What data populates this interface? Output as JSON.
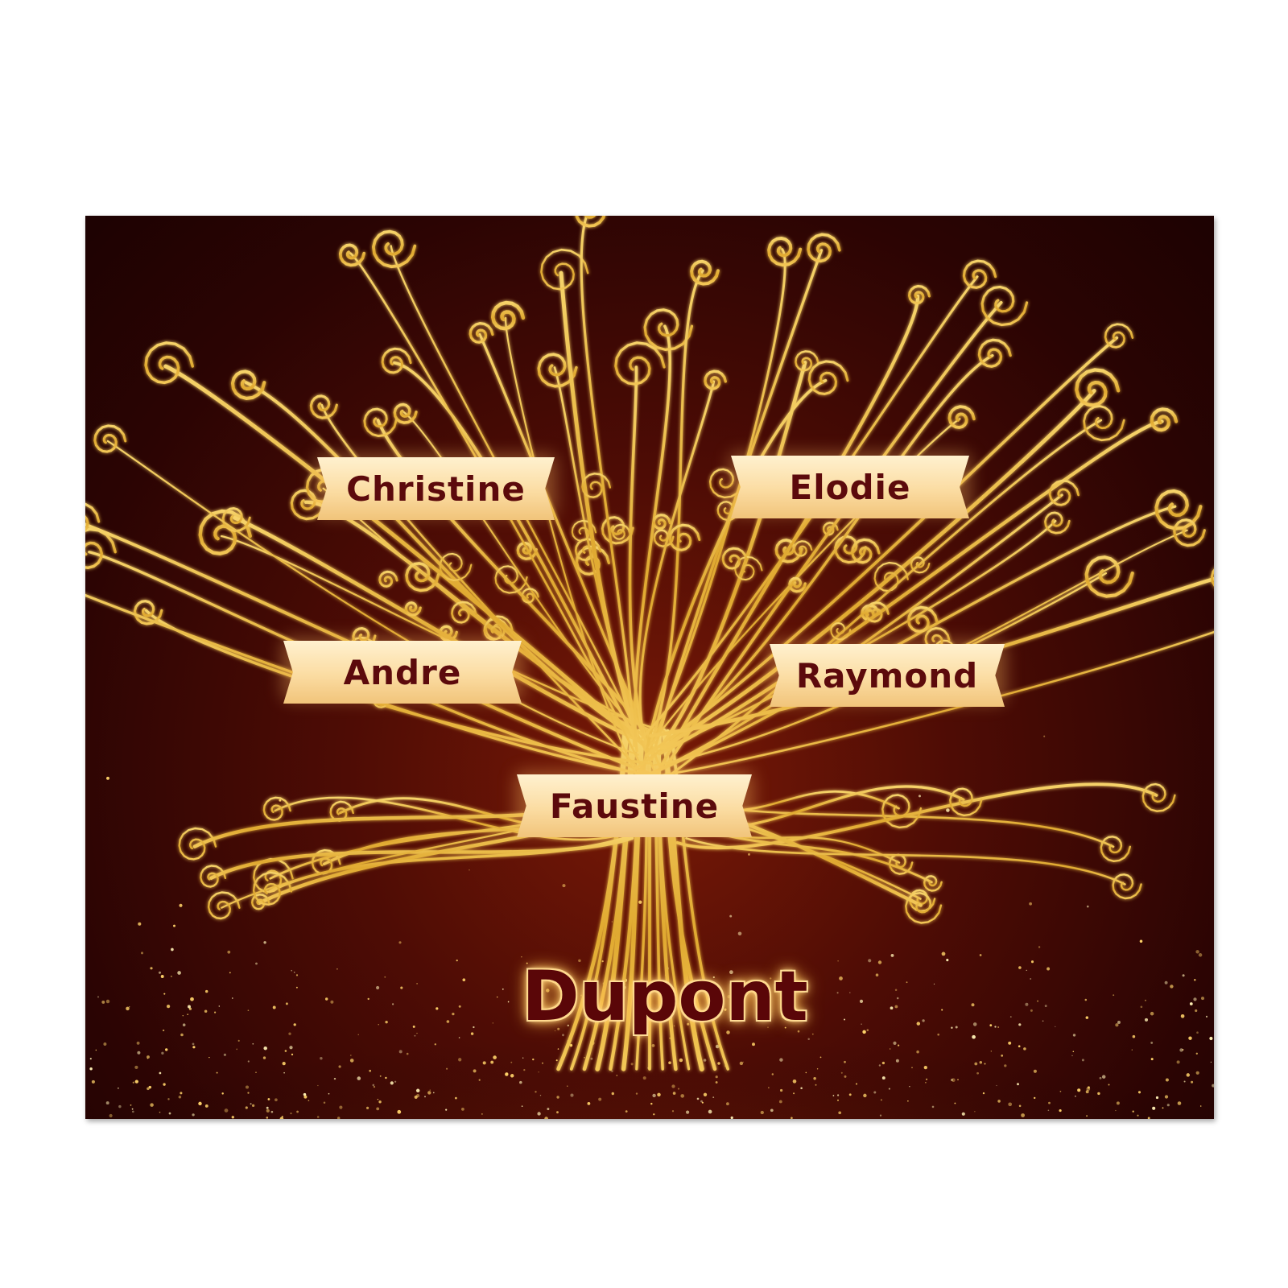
{
  "family_tree": {
    "family_name": "Dupont",
    "members": [
      {
        "name": "Christine"
      },
      {
        "name": "Elodie"
      },
      {
        "name": "Andre"
      },
      {
        "name": "Raymond"
      },
      {
        "name": "Faustine"
      }
    ]
  },
  "colors": {
    "background_dark": "#2b0403",
    "background_warm": "#7a1a06",
    "tree_gold": "#e8b93a",
    "plaque_light": "#fbdca2",
    "name_text": "#5c0a0c"
  }
}
